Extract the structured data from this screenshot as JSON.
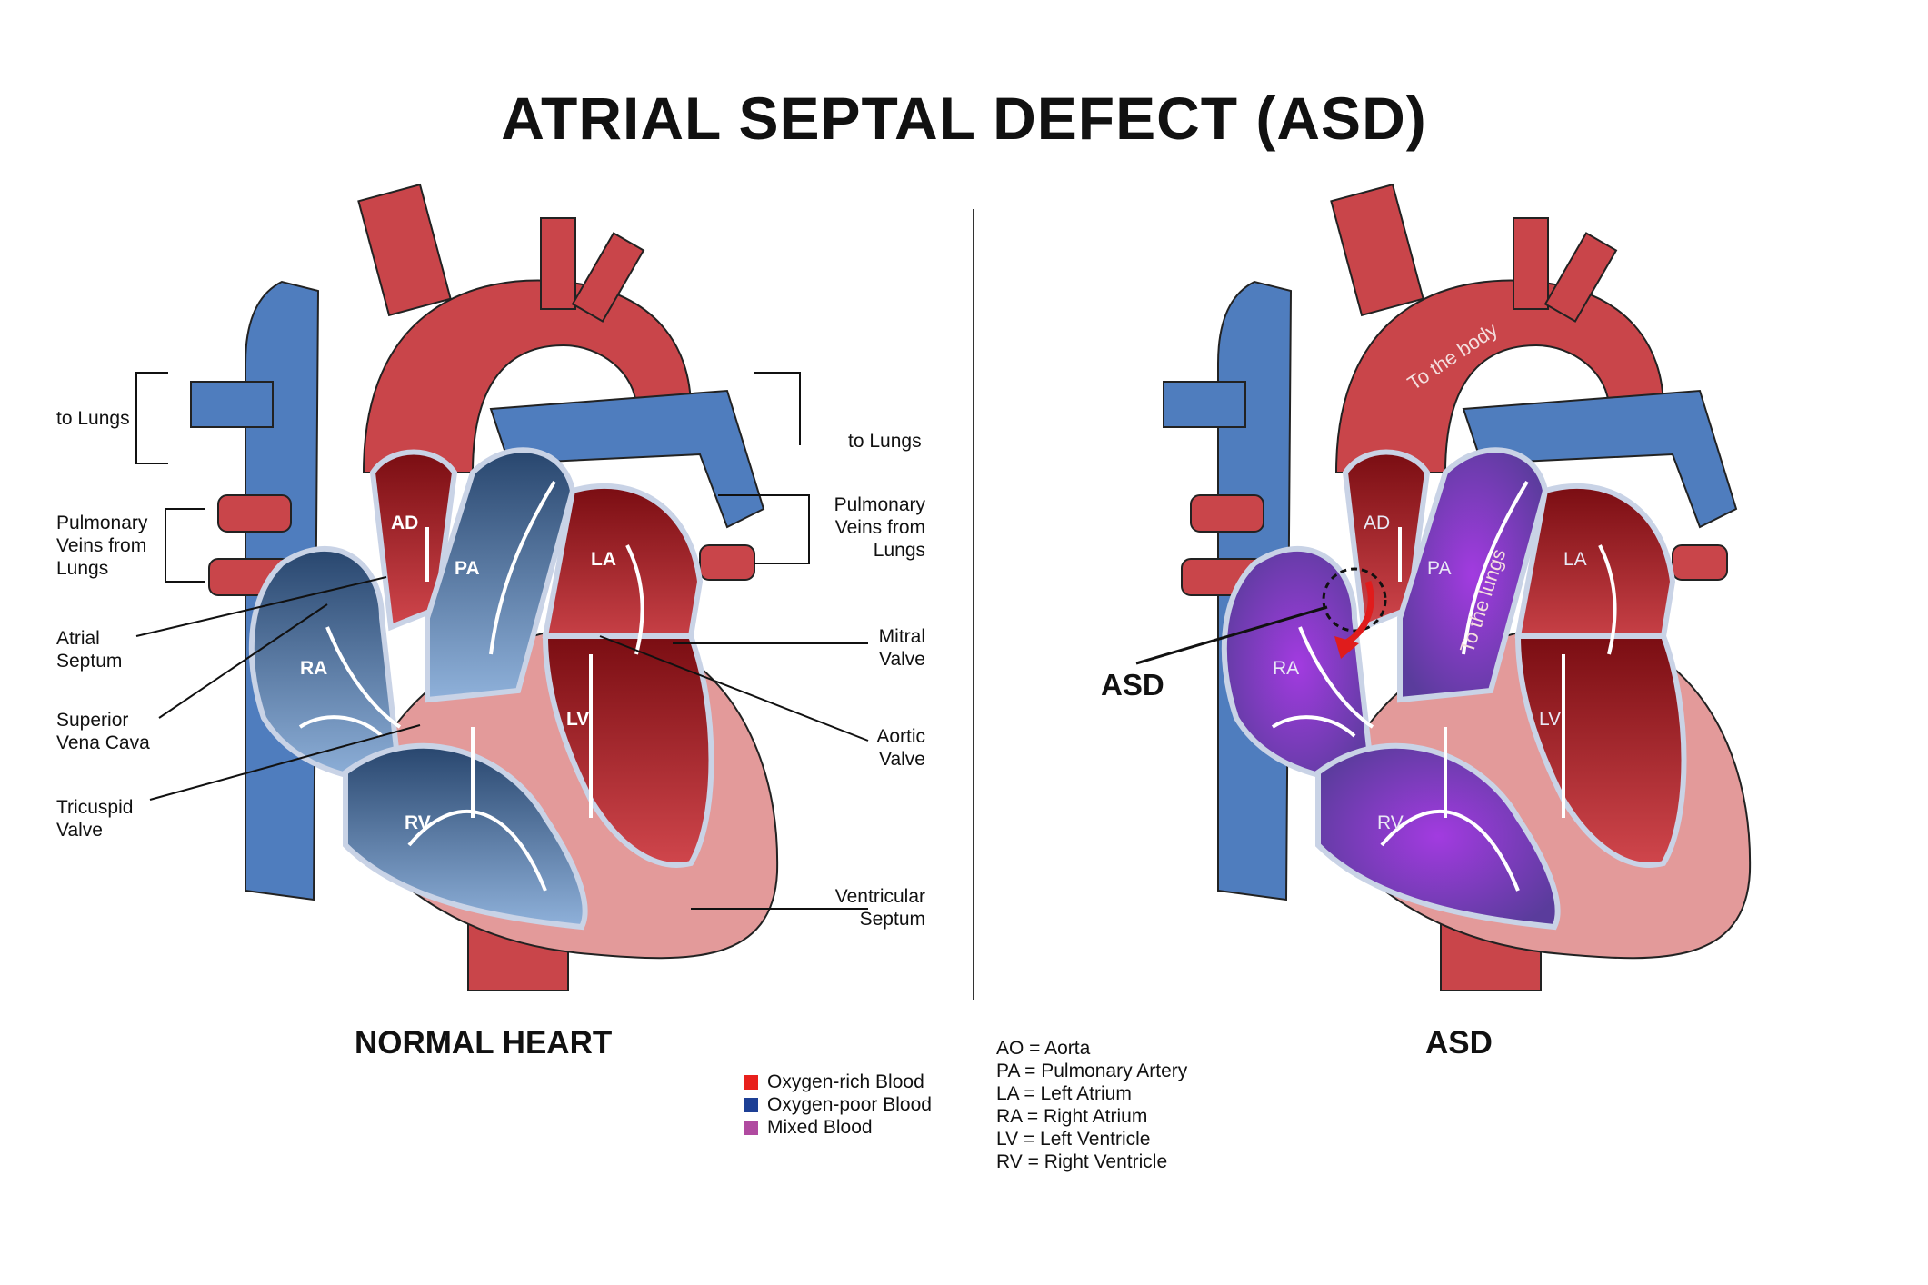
{
  "title": "ATRIAL SEPTAL DEFECT (ASD)",
  "captions": {
    "normal": "NORMAL HEART",
    "asd": "ASD"
  },
  "colors": {
    "oxygen_rich": "#e8201c",
    "oxygen_poor": "#1d3f95",
    "mixed": "#b04aa0",
    "aorta": "#c9454a",
    "vein": "#4f7dbe",
    "muscle": "#e39a9a"
  },
  "chambers": {
    "normal": {
      "ad": "AD",
      "pa": "PA",
      "la": "LA",
      "ra": "RA",
      "lv": "LV",
      "rv": "RV"
    },
    "asd": {
      "ad": "AD",
      "pa": "PA",
      "la": "LA",
      "ra": "RA",
      "lv": "LV",
      "rv": "RV"
    }
  },
  "flow_labels": {
    "body": "To the body",
    "lungs": "To the lungs"
  },
  "labels_left": {
    "to_lungs": "to Lungs",
    "pulmonary_veins": "Pulmonary\nVeins from\nLungs",
    "atrial_septum": "Atrial\nSeptum",
    "superior_vena_cava": "Superior\nVena Cava",
    "tricuspid_valve": "Tricuspid\nValve"
  },
  "labels_right": {
    "to_lungs": "to Lungs",
    "pulmonary_veins": "Pulmonary\nVeins from\nLungs",
    "mitral_valve": "Mitral\nValve",
    "aortic_valve": "Aortic\nValve",
    "ventricular_septum": "Ventricular\nSeptum"
  },
  "asd_label": "ASD",
  "legend": [
    {
      "label": "Oxygen-rich Blood",
      "color": "#e8201c"
    },
    {
      "label": "Oxygen-poor Blood",
      "color": "#1d3f95"
    },
    {
      "label": "Mixed Blood",
      "color": "#b04aa0"
    }
  ],
  "abbreviations": [
    "AO = Aorta",
    "PA = Pulmonary Artery",
    "LA = Left Atrium",
    "RA = Right Atrium",
    "LV = Left Ventricle",
    "RV = Right Ventricle"
  ]
}
